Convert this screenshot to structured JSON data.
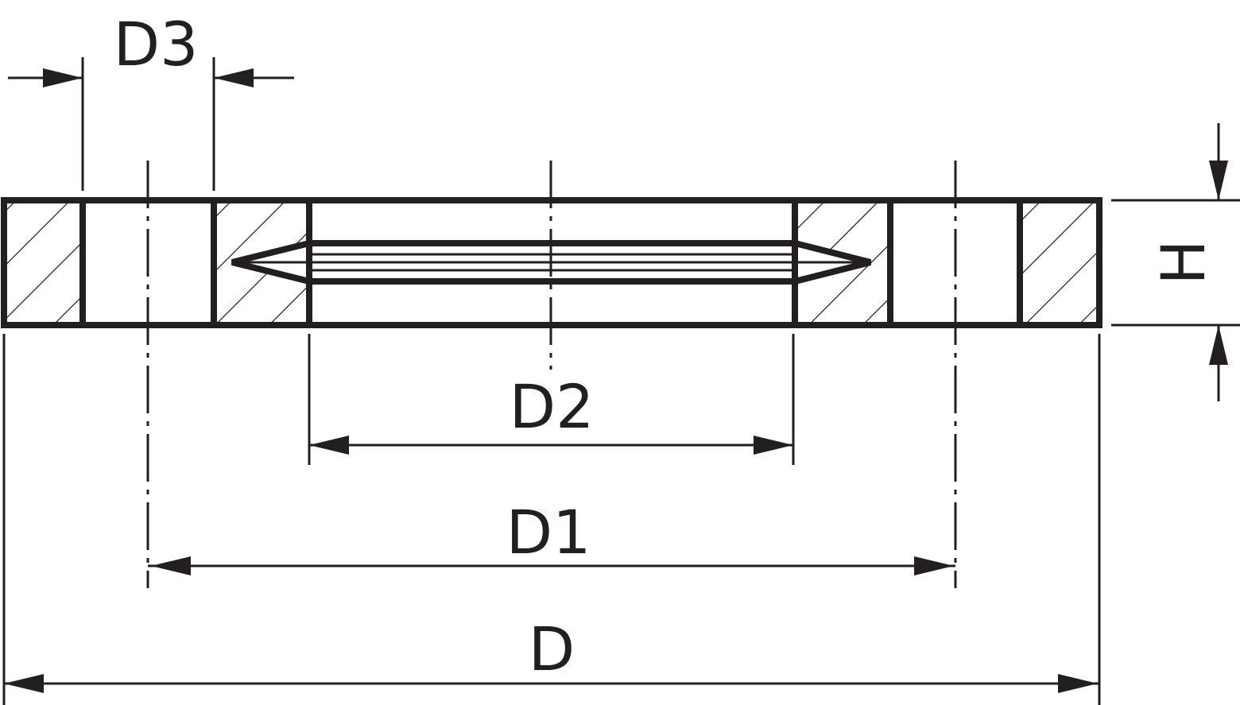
{
  "dimensions": {
    "D3": "D3",
    "D2": "D2",
    "D1": "D1",
    "D": "D",
    "H": "H"
  }
}
